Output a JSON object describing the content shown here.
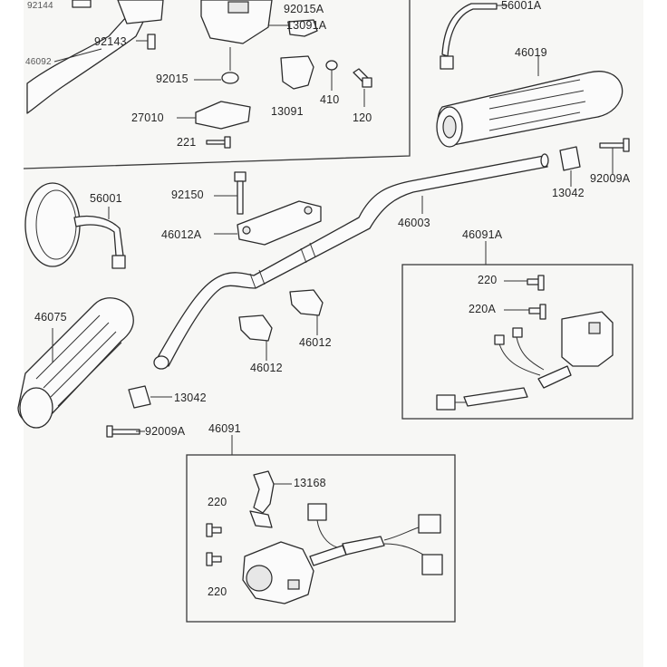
{
  "labels": {
    "p92144": "92144",
    "p92015A_top": "92015A",
    "p13091A": "13091A",
    "p56001A": "56001A",
    "p92143": "92143",
    "p46092": "46092",
    "p46019": "46019",
    "p92015": "92015",
    "p410": "410",
    "p120": "120",
    "p13091": "13091",
    "p27010": "27010",
    "p221": "221",
    "p92009A_right": "92009A",
    "p13042_right": "13042",
    "p56001": "56001",
    "p92150": "92150",
    "p46012A": "46012A",
    "p46003": "46003",
    "p46091A": "46091A",
    "p220_right": "220",
    "p220A": "220A",
    "p46075": "46075",
    "p46012_a": "46012",
    "p46012_b": "46012",
    "p13042_left": "13042",
    "p92009A_left": "92009A",
    "p46091": "46091",
    "p13168": "13168",
    "p220_low_a": "220",
    "p220_low_b": "220"
  }
}
